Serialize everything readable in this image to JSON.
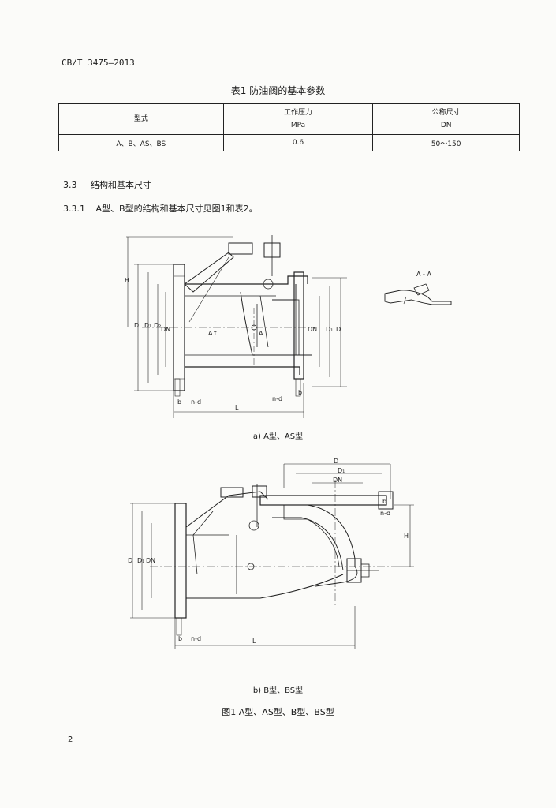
{
  "header": {
    "standard_no": "CB/T 3475—2013"
  },
  "table1": {
    "title": "表1  防油阀的基本参数",
    "headers": [
      {
        "line1": "型式",
        "line2": ""
      },
      {
        "line1": "工作压力",
        "line2": "MPa"
      },
      {
        "line1": "公称尺寸",
        "line2": "DN"
      }
    ],
    "row": [
      "A、B、AS、BS",
      "0.6",
      "50～150"
    ]
  },
  "section_3_3": {
    "number": "3.3",
    "title": "结构和基本尺寸"
  },
  "clause_3_3_1": {
    "number": "3.3.1",
    "text": "A型、B型的结构和基本尺寸见图1和表2。"
  },
  "figure_a": {
    "caption": "a)  A型、AS型",
    "labels": {
      "H": "H",
      "D": "D",
      "D1": "D₁",
      "D2": "D₂",
      "DN": "DN",
      "L": "L",
      "b": "b",
      "n_d": "n-d",
      "A_left": "A↑",
      "A_right": "A",
      "section": "A - A"
    }
  },
  "figure_b": {
    "caption": "b)  B型、BS型",
    "labels": {
      "D": "D",
      "D1": "D₁",
      "DN": "DN",
      "H": "H",
      "L": "L",
      "b": "b",
      "n_d": "n-d",
      "D_left": "D",
      "D1_left": "D₁",
      "DN_left": "DN"
    }
  },
  "figure1_title": "图1  A型、AS型、B型、BS型",
  "page_number": "2"
}
